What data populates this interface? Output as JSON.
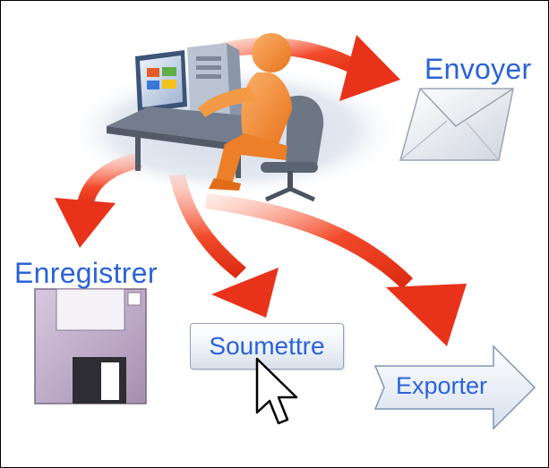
{
  "labels": {
    "envoyer": "Envoyer",
    "enregistrer": "Enregistrer",
    "soumettre": "Soumettre",
    "exporter": "Exporter"
  },
  "icons": {
    "person": "person-at-computer-icon",
    "envelope": "envelope-icon",
    "floppy": "floppy-disk-icon",
    "cursor": "mouse-pointer-icon",
    "export_arrow": "export-arrow-icon"
  },
  "colors": {
    "label_blue": "#2a63d8",
    "arrow_red": "#e8321a",
    "person_orange": "#f08a2c",
    "floppy_purple": "#c7b3cf"
  }
}
